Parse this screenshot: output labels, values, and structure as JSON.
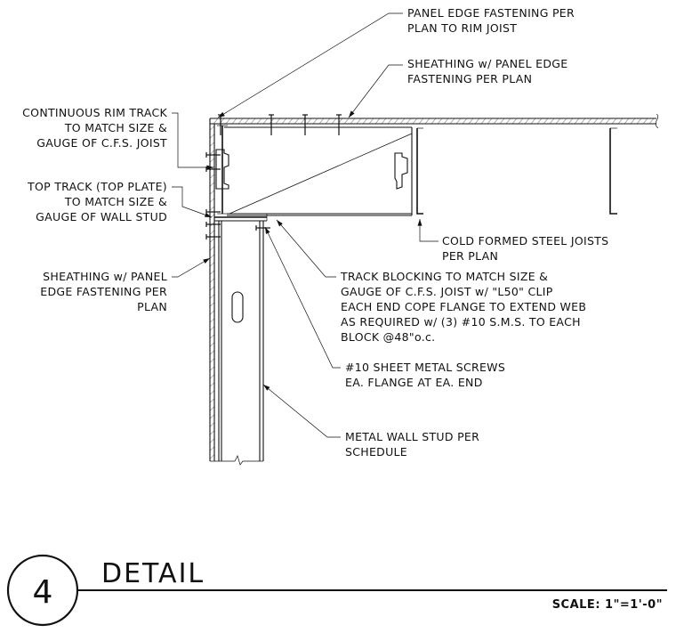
{
  "callouts": {
    "panel_edge_rim": [
      "PANEL EDGE FASTENING PER",
      "PLAN TO RIM JOIST"
    ],
    "sheathing_top": [
      "SHEATHING w/ PANEL EDGE",
      "FASTENING PER PLAN"
    ],
    "rim_track": [
      "CONTINUOUS RIM TRACK",
      "TO MATCH SIZE &",
      "GAUGE OF C.F.S. JOIST"
    ],
    "top_track": [
      "TOP TRACK (TOP PLATE)",
      "TO MATCH SIZE &",
      "GAUGE OF WALL STUD"
    ],
    "sheathing_wall": [
      "SHEATHING w/ PANEL",
      "EDGE FASTENING PER",
      "PLAN"
    ],
    "cfs_joists": [
      "COLD FORMED STEEL JOISTS",
      "PER PLAN"
    ],
    "track_blocking": [
      "TRACK BLOCKING TO MATCH SIZE &",
      "GAUGE OF C.F.S. JOIST w/ \"L50\" CLIP",
      "EACH END COPE FLANGE TO EXTEND WEB",
      "AS REQUIRED w/ (3) #10 S.M.S. TO EACH",
      "BLOCK @48\"o.c."
    ],
    "screws": [
      "#10 SHEET METAL SCREWS",
      "EA. FLANGE AT EA. END"
    ],
    "wall_stud": [
      "METAL WALL STUD PER",
      "SCHEDULE"
    ]
  },
  "title_block": {
    "number": "4",
    "title": "DETAIL",
    "scale": "SCALE: 1\"=1'-0\""
  }
}
